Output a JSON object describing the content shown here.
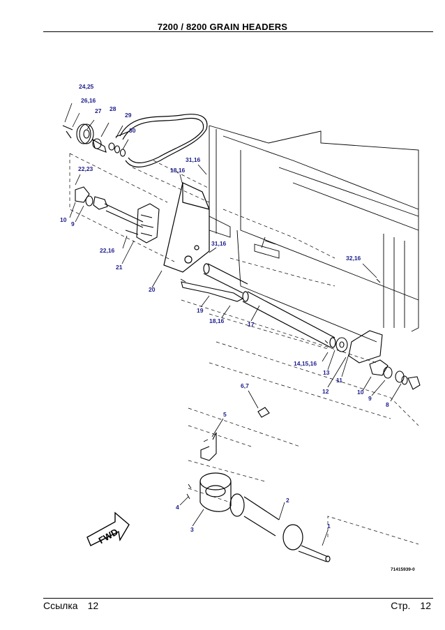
{
  "header": {
    "title": "7200 / 8200 GRAIN HEADERS"
  },
  "footer": {
    "ref_label": "Ссылка",
    "ref_number": "12",
    "page_label": "Стр.",
    "page_number": "12"
  },
  "figure": {
    "id": "71415939-0",
    "fwd_label": "FWD",
    "callouts": [
      "24,25",
      "26,16",
      "27",
      "28",
      "29",
      "30",
      "22,23",
      "31,16",
      "18,16",
      "10",
      "9",
      "22,16",
      "21",
      "31,16",
      "20",
      "32,16",
      "19",
      "18,16",
      "17",
      "14,15,16",
      "13",
      "11",
      "12",
      "10",
      "9",
      "8",
      "6,7",
      "5",
      "2",
      "4",
      "3",
      "1"
    ]
  }
}
